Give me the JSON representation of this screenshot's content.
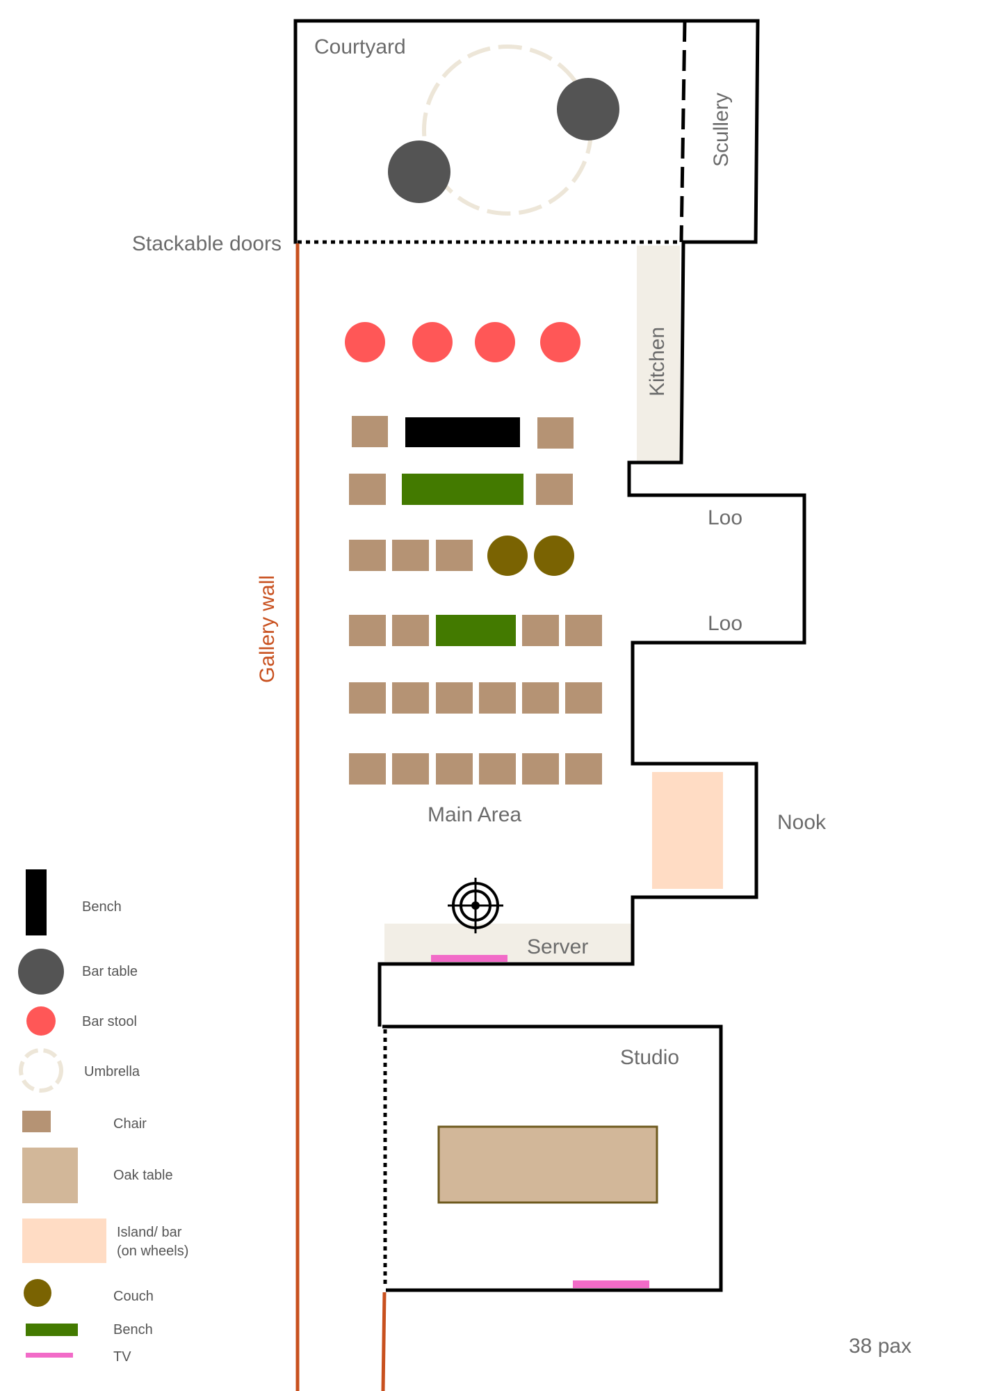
{
  "rooms": {
    "courtyard": "Courtyard",
    "scullery": "Scullery",
    "stackable_doors": "Stackable doors",
    "kitchen": "Kitchen",
    "loo_1": "Loo",
    "loo_2": "Loo",
    "gallery_wall": "Gallery wall",
    "main_area": "Main Area",
    "nook": "Nook",
    "server": "Server",
    "studio": "Studio"
  },
  "capacity": "38 pax",
  "legend": {
    "bench_black": "Bench",
    "bar_table": "Bar table",
    "bar_stool": "Bar stool",
    "umbrella": "Umbrella",
    "chair": "Chair",
    "oak_table": "Oak table",
    "island_bar_line1": "Island/ bar",
    "island_bar_line2": "(on wheels)",
    "couch": "Couch",
    "bench_green": "Bench",
    "tv": "TV"
  },
  "colors": {
    "wall": "#000000",
    "gallery_wall": "#c8501e",
    "bar_table": "#545454",
    "bar_stool": "#ff5757",
    "umbrella": "#ede6d8",
    "chair": "#b59374",
    "oak_table": "#d2b799",
    "oak_table_border": "#6e5a1e",
    "island": "#ffdcc4",
    "couch": "#7a6302",
    "bench_green": "#437a00",
    "tv": "#f26bc8",
    "counter": "#f2eee6",
    "label": "#6b6b6b"
  },
  "icons": {
    "crosshair": "target-crosshair-icon"
  }
}
